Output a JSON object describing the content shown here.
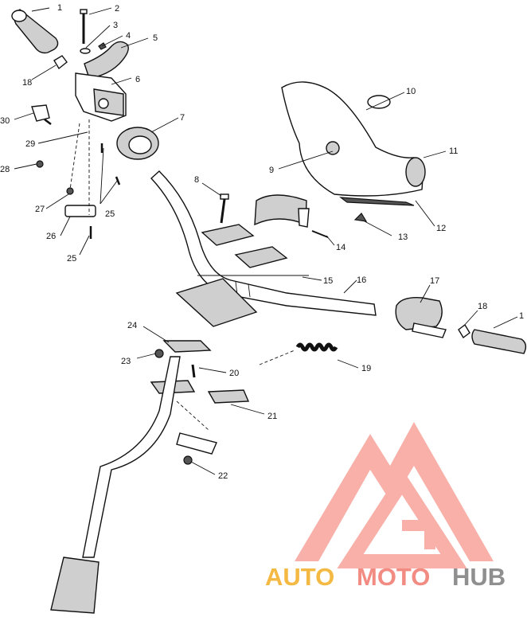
{
  "labels": {
    "p1a": "1",
    "p2": "2",
    "p3": "3",
    "p4": "4",
    "p5": "5",
    "p6": "6",
    "p7": "7",
    "p8": "8",
    "p9": "9",
    "p10": "10",
    "p11": "11",
    "p12": "12",
    "p13": "13",
    "p14": "14",
    "p15": "15",
    "p16": "16",
    "p17": "17",
    "p18a": "18",
    "p18b": "18",
    "p19": "19",
    "p20": "20",
    "p21": "21",
    "p22": "22",
    "p23": "23",
    "p24": "24",
    "p25a": "25",
    "p25b": "25",
    "p26": "26",
    "p27": "27",
    "p28": "28",
    "p29": "29",
    "p30": "30",
    "p1b": "1"
  },
  "watermark": {
    "part1": "AUTO",
    "part2": "MOTO",
    "part3": "HUB",
    "color1": "#f4b942",
    "color2": "#f28b82",
    "color3": "#9e9e9e",
    "logo_color": "#f28b82"
  }
}
